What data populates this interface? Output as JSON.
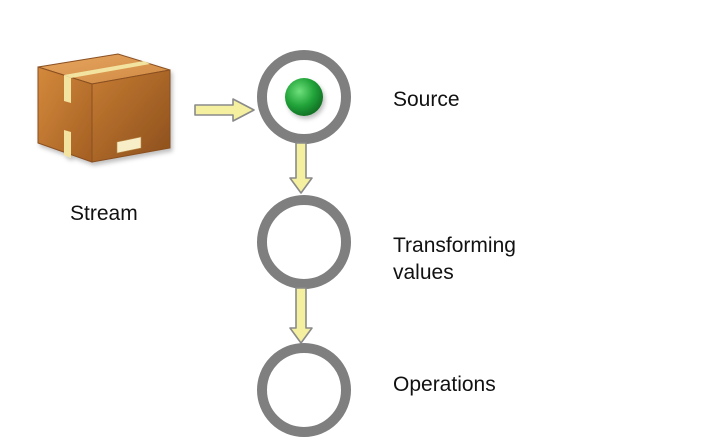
{
  "stream": {
    "label": "Stream",
    "icon": "package-box-icon"
  },
  "stages": [
    {
      "id": "source",
      "label": "Source",
      "active": true
    },
    {
      "id": "transform",
      "label": "Transforming values",
      "active": false
    },
    {
      "id": "operations",
      "label": "Operations",
      "active": false
    }
  ],
  "colors": {
    "ring": "#7f7f7f",
    "ring_fill": "#ffffff",
    "active_dot": "#22a43a",
    "arrow_fill": "#f4f0a0",
    "arrow_stroke": "#8a8a8a",
    "box_body": "#c47a2f",
    "box_tape": "#f2e3a0"
  }
}
